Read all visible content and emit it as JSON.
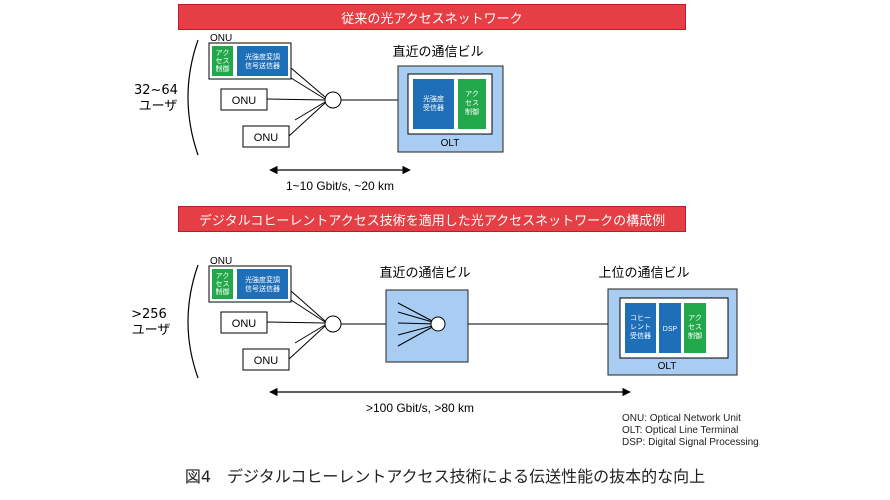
{
  "banners": {
    "top": "従来の光アクセスネットワーク",
    "bottom": "デジタルコヒーレントアクセス技術を適用した光アクセスネットワークの構成例"
  },
  "top": {
    "onu_header": "ONU",
    "onu_access": "アク\nセス\n制御",
    "onu_modulator": "光強度変調\n信号送信器",
    "onu_label": "ONU",
    "users": "32~64\nユーザ",
    "building_title": "直近の通信ビル",
    "olt_receiver": "光強度\n受信器",
    "olt_access": "アク\nセス\n制御",
    "olt_label": "OLT",
    "distance": "1~10 Gbit/s, ~20 km"
  },
  "bottom": {
    "onu_header": "ONU",
    "onu_access": "アク\nセス\n制御",
    "onu_modulator": "光強度変調\n信号送信器",
    "onu_label": "ONU",
    "users": ">256\nユーザ",
    "building_title": "直近の通信ビル",
    "upper_building_title": "上位の通信ビル",
    "olt_coherent": "コヒー\nレント\n受信器",
    "olt_dsp": "DSP",
    "olt_access": "アク\nセス\n制御",
    "olt_label": "OLT",
    "distance": ">100 Gbit/s, >80 km"
  },
  "legend": {
    "onu": "ONU: Optical Network Unit",
    "olt": "OLT: Optical Line Terminal",
    "dsp": "DSP: Digital Signal Processing"
  },
  "caption": "図4　デジタルコヒーレントアクセス技術による伝送性能の抜本的な向上",
  "colors": {
    "banner": "#e53e44",
    "light_blue": "#a9cdf2",
    "dark_blue": "#1f6fb8",
    "green": "#21a84b"
  }
}
